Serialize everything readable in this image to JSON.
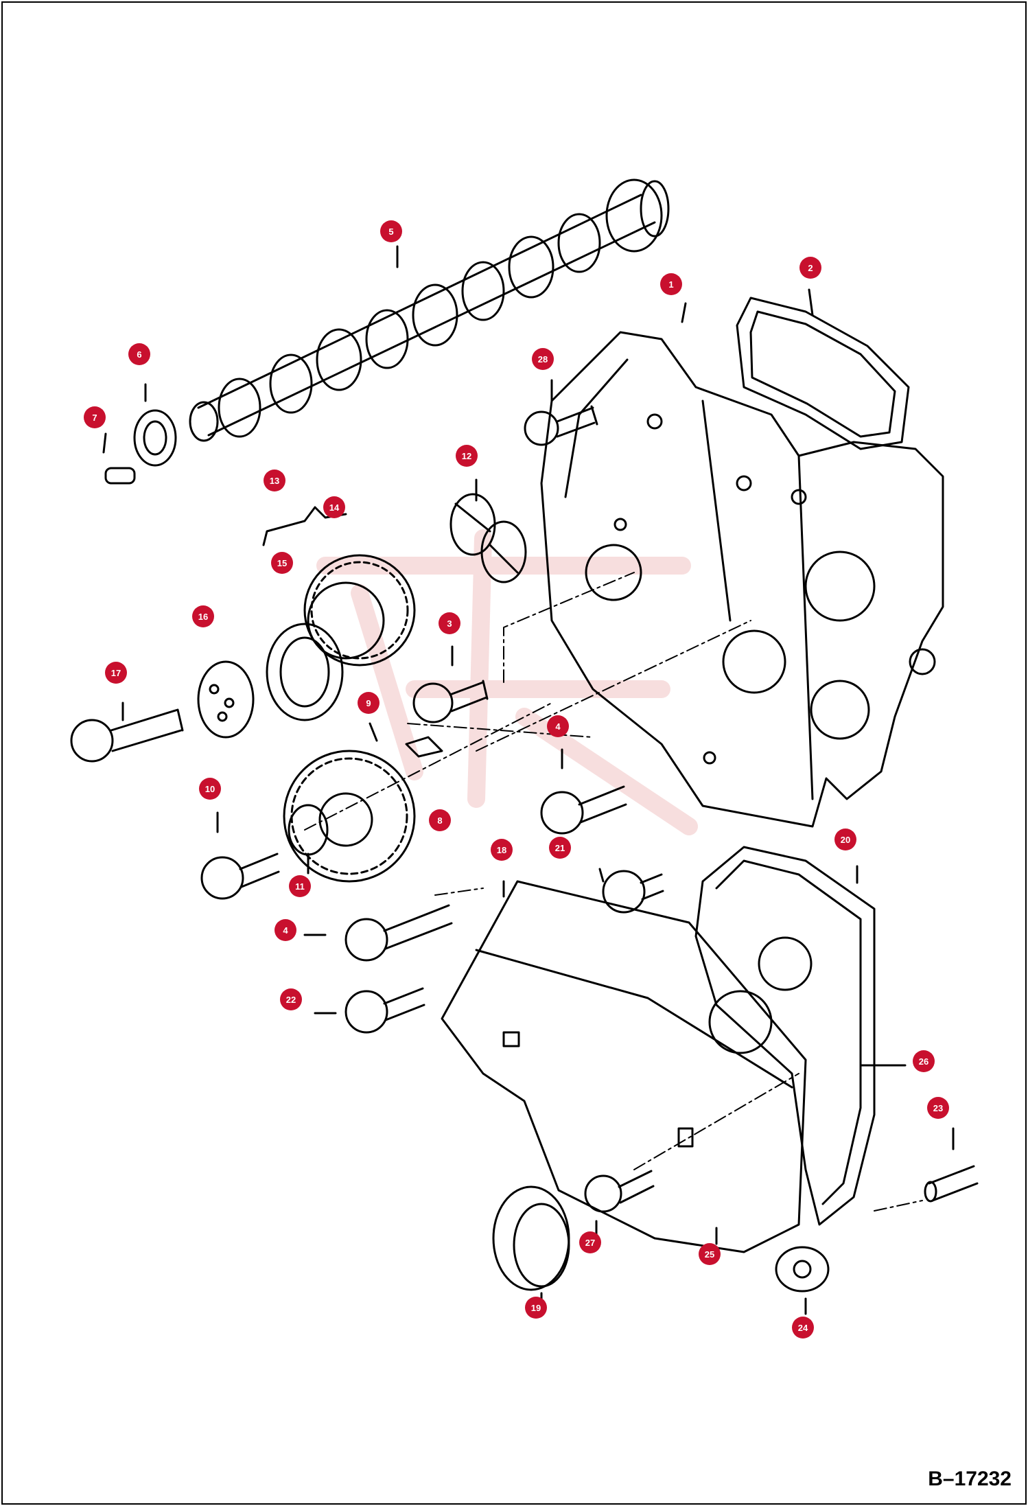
{
  "figure": {
    "id": "B–17232"
  },
  "colors": {
    "callout": "#c8102e",
    "line": "#000000",
    "watermark": "#e8a0a0"
  },
  "callouts": [
    {
      "label": "1"
    },
    {
      "label": "2"
    },
    {
      "label": "3"
    },
    {
      "label": "4"
    },
    {
      "label": "4"
    },
    {
      "label": "5"
    },
    {
      "label": "6"
    },
    {
      "label": "7"
    },
    {
      "label": "8"
    },
    {
      "label": "9"
    },
    {
      "label": "10"
    },
    {
      "label": "11"
    },
    {
      "label": "12"
    },
    {
      "label": "13"
    },
    {
      "label": "14"
    },
    {
      "label": "15"
    },
    {
      "label": "16"
    },
    {
      "label": "17"
    },
    {
      "label": "18"
    },
    {
      "label": "19"
    },
    {
      "label": "20"
    },
    {
      "label": "21"
    },
    {
      "label": "22"
    },
    {
      "label": "23"
    },
    {
      "label": "24"
    },
    {
      "label": "25"
    },
    {
      "label": "26"
    },
    {
      "label": "27"
    },
    {
      "label": "28"
    }
  ]
}
